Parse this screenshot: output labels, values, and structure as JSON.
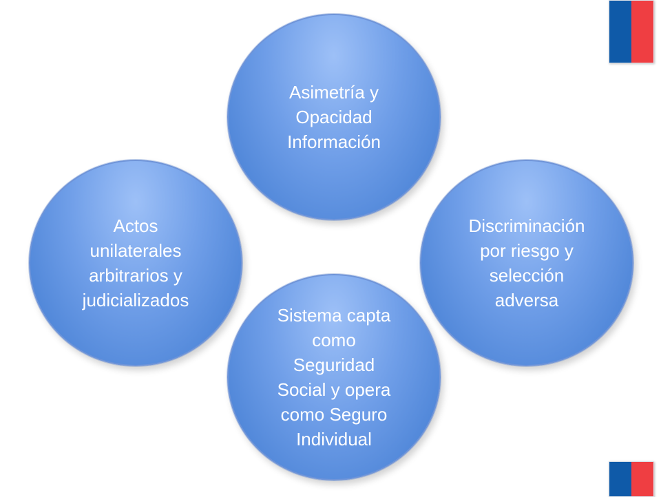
{
  "diagram": {
    "nodes": [
      {
        "id": "top",
        "label": "Asimetría y\nOpacidad\nInformación"
      },
      {
        "id": "left",
        "label": "Actos\nunilaterales\narbitrarios y\njudicializados"
      },
      {
        "id": "right",
        "label": "Discriminación\npor riesgo y\nselección\nadversa"
      },
      {
        "id": "bottom",
        "label": "Sistema capta\ncomo\nSeguridad\nSocial y opera\ncomo Seguro\nIndividual"
      }
    ]
  },
  "colors": {
    "circle_fill": "#6f9ee8",
    "circle_border": "#6f94d8",
    "text": "#ffffff",
    "flag_blue": "#0f5aa8",
    "flag_red": "#ef3e42"
  }
}
